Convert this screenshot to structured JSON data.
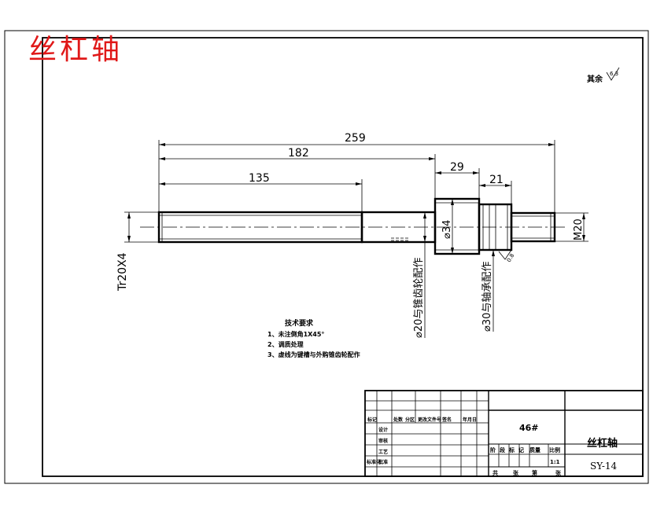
{
  "watermark": "丝杠轴",
  "surface_note": {
    "prefix": "其余",
    "value": "6.3"
  },
  "dimensions": {
    "total_length": "259",
    "length_182": "182",
    "length_135": "135",
    "length_29": "29",
    "length_21": "21",
    "dia_34": "⌀34",
    "thread_trap": "Tr20X4",
    "thread_m20": "M20",
    "chamfer": "0.8",
    "callout_20": "⌀20与锥齿轮配作",
    "callout_30": "⌀30与轴承配作"
  },
  "tech_requirements": {
    "title": "技术要求",
    "items": [
      "1、未注倒角1X45°",
      "2、调质处理",
      "3、虚线为键槽与外购锥齿轮配作"
    ]
  },
  "title_block": {
    "material": "46#",
    "part_name": "丝杠轴",
    "drawing_no": "SY-14",
    "scale": "1:1",
    "header_row": [
      "标记",
      "处数",
      "分区",
      "更改文件号",
      "签名",
      "年月日"
    ],
    "left_labels": [
      "设计",
      "审核",
      "工艺",
      "标准化",
      "批准"
    ],
    "stage_headers": [
      "阶段标记",
      "质量",
      "比例"
    ],
    "sheets": [
      "共",
      "张",
      "第",
      "张"
    ]
  }
}
